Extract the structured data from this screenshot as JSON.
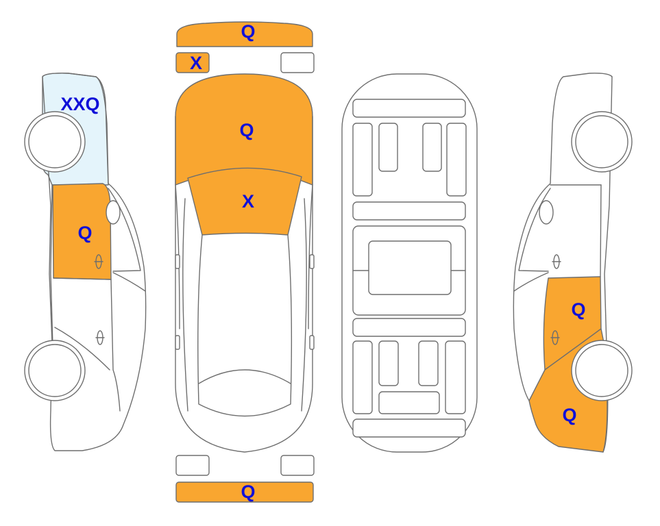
{
  "colors": {
    "damage_fill": "#f9a630",
    "highlight_fill": "#e4f4fb",
    "label_color": "#1010d8",
    "outline": "#6e6e6e"
  },
  "legend_codes": [
    "Q",
    "X",
    "XXQ"
  ],
  "views": {
    "top": {
      "front_bumper": "Q",
      "front_left_light": "X",
      "hood": "Q",
      "windshield": "X",
      "rear_bumper": "Q"
    },
    "left_side": {
      "front_fender": "XXQ",
      "front_door": "Q"
    },
    "right_side": {
      "rear_door": "Q",
      "rear_quarter": "Q"
    }
  }
}
